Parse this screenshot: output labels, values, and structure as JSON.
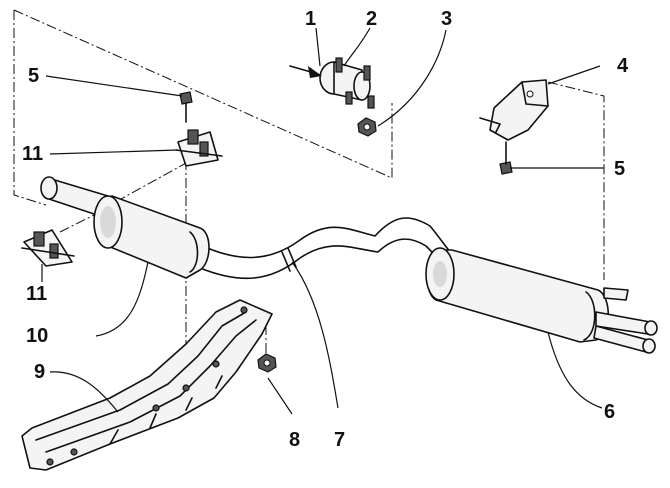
{
  "diagram": {
    "callouts": [
      {
        "id": "c1",
        "label": "1"
      },
      {
        "id": "c2",
        "label": "2"
      },
      {
        "id": "c3",
        "label": "3"
      },
      {
        "id": "c4",
        "label": "4"
      },
      {
        "id": "c5a",
        "label": "5"
      },
      {
        "id": "c5b",
        "label": "5"
      },
      {
        "id": "c6",
        "label": "6"
      },
      {
        "id": "c7",
        "label": "7"
      },
      {
        "id": "c8",
        "label": "8"
      },
      {
        "id": "c9",
        "label": "9"
      },
      {
        "id": "c10",
        "label": "10"
      },
      {
        "id": "c11a",
        "label": "11"
      },
      {
        "id": "c11b",
        "label": "11"
      }
    ]
  }
}
